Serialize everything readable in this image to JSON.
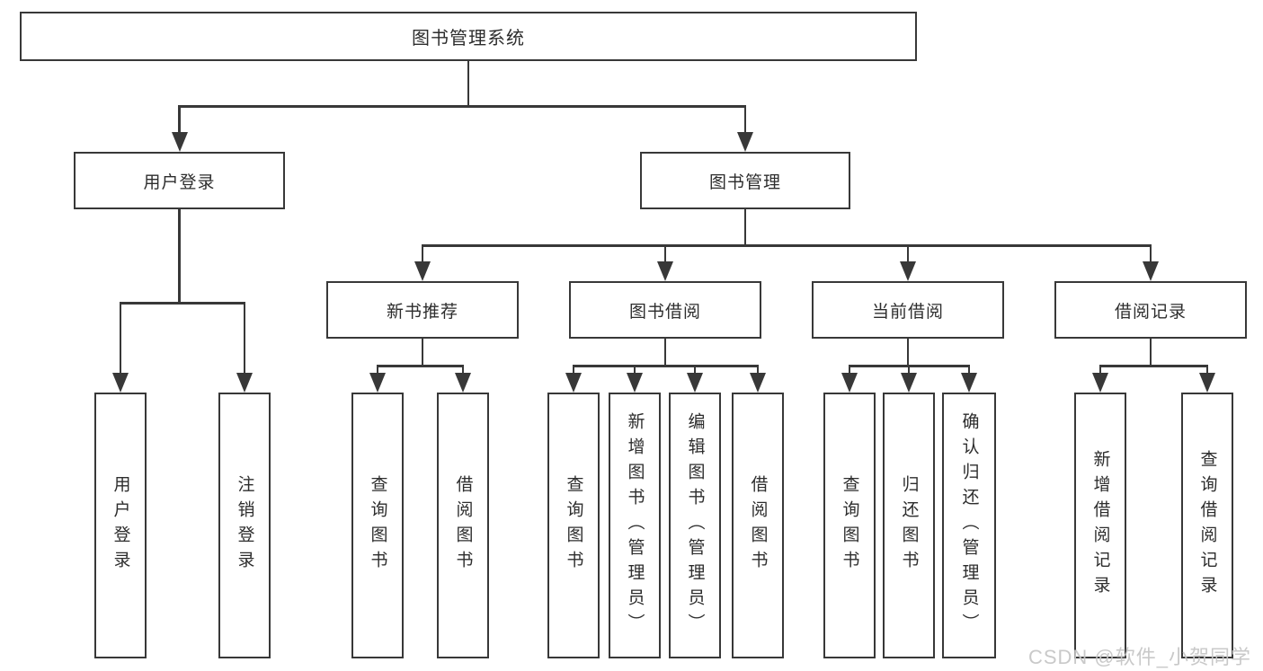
{
  "diagram": {
    "title": "图书管理系统",
    "watermark": "CSDN @软件_小贺同学",
    "colors": {
      "line": "#383838",
      "text": "#2d2d2d",
      "background": "#ffffff",
      "watermark": "#c6c6c6"
    },
    "nodes": [
      {
        "id": "root",
        "label": "图书管理系统",
        "level": 1,
        "parent": null
      },
      {
        "id": "user-login",
        "label": "用户登录",
        "level": 2,
        "parent": "root"
      },
      {
        "id": "book-management",
        "label": "图书管理",
        "level": 2,
        "parent": "root"
      },
      {
        "id": "new-book-recommend",
        "label": "新书推荐",
        "level": 3,
        "parent": "book-management"
      },
      {
        "id": "book-borrow",
        "label": "图书借阅",
        "level": 3,
        "parent": "book-management"
      },
      {
        "id": "current-borrow",
        "label": "当前借阅",
        "level": 3,
        "parent": "book-management"
      },
      {
        "id": "borrow-records",
        "label": "借阅记录",
        "level": 3,
        "parent": "book-management"
      },
      {
        "id": "leaf-user-login",
        "label": "用户登录",
        "level": 4,
        "parent": "user-login"
      },
      {
        "id": "leaf-logout",
        "label": "注销登录",
        "level": 4,
        "parent": "user-login"
      },
      {
        "id": "leaf-query-book-1",
        "label": "查询图书",
        "level": 4,
        "parent": "new-book-recommend"
      },
      {
        "id": "leaf-borrow-book-1",
        "label": "借阅图书",
        "level": 4,
        "parent": "new-book-recommend"
      },
      {
        "id": "leaf-query-book-2",
        "label": "查询图书",
        "level": 4,
        "parent": "book-borrow"
      },
      {
        "id": "leaf-add-book",
        "label": "新增图书（管理员）",
        "level": 4,
        "parent": "book-borrow"
      },
      {
        "id": "leaf-edit-book",
        "label": "编辑图书（管理员）",
        "level": 4,
        "parent": "book-borrow"
      },
      {
        "id": "leaf-borrow-book-2",
        "label": "借阅图书",
        "level": 4,
        "parent": "book-borrow"
      },
      {
        "id": "leaf-query-book-3",
        "label": "查询图书",
        "level": 4,
        "parent": "current-borrow"
      },
      {
        "id": "leaf-return-book",
        "label": "归还图书",
        "level": 4,
        "parent": "current-borrow"
      },
      {
        "id": "leaf-confirm-return",
        "label": "确认归还（管理员）",
        "level": 4,
        "parent": "current-borrow"
      },
      {
        "id": "leaf-add-borrow-record",
        "label": "新增借阅记录",
        "level": 4,
        "parent": "borrow-records"
      },
      {
        "id": "leaf-query-borrow-record",
        "label": "查询借阅记录",
        "level": 4,
        "parent": "borrow-records"
      }
    ]
  }
}
